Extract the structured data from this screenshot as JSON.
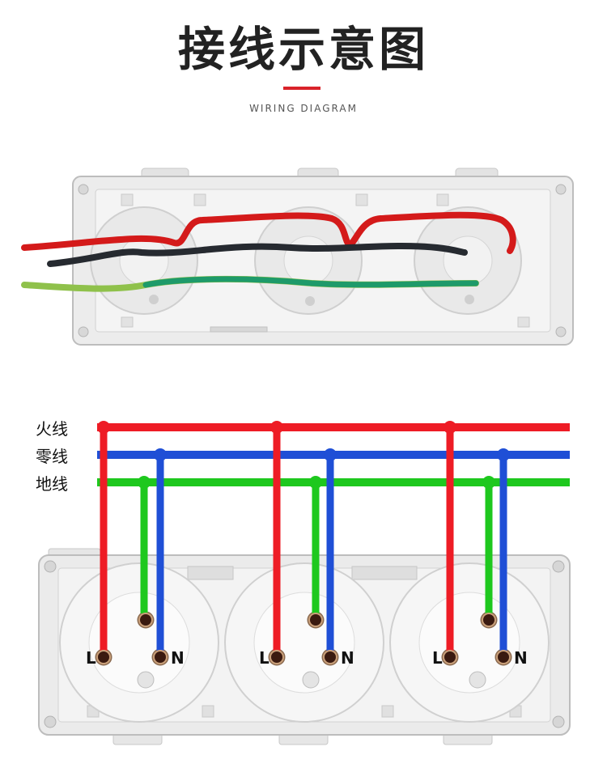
{
  "header": {
    "title": "接线示意图",
    "subtitle": "WIRING DIAGRAM",
    "accent_color": "#d9232a"
  },
  "legend": {
    "live": {
      "label": "火线",
      "color": "#ee1c25"
    },
    "neutral": {
      "label": "零线",
      "color": "#1f4fd6"
    },
    "earth": {
      "label": "地线",
      "color": "#1ec81e"
    }
  },
  "sockets": [
    {
      "live_label": "L",
      "neutral_label": "N"
    },
    {
      "live_label": "L",
      "neutral_label": "N"
    },
    {
      "live_label": "L",
      "neutral_label": "N"
    }
  ]
}
